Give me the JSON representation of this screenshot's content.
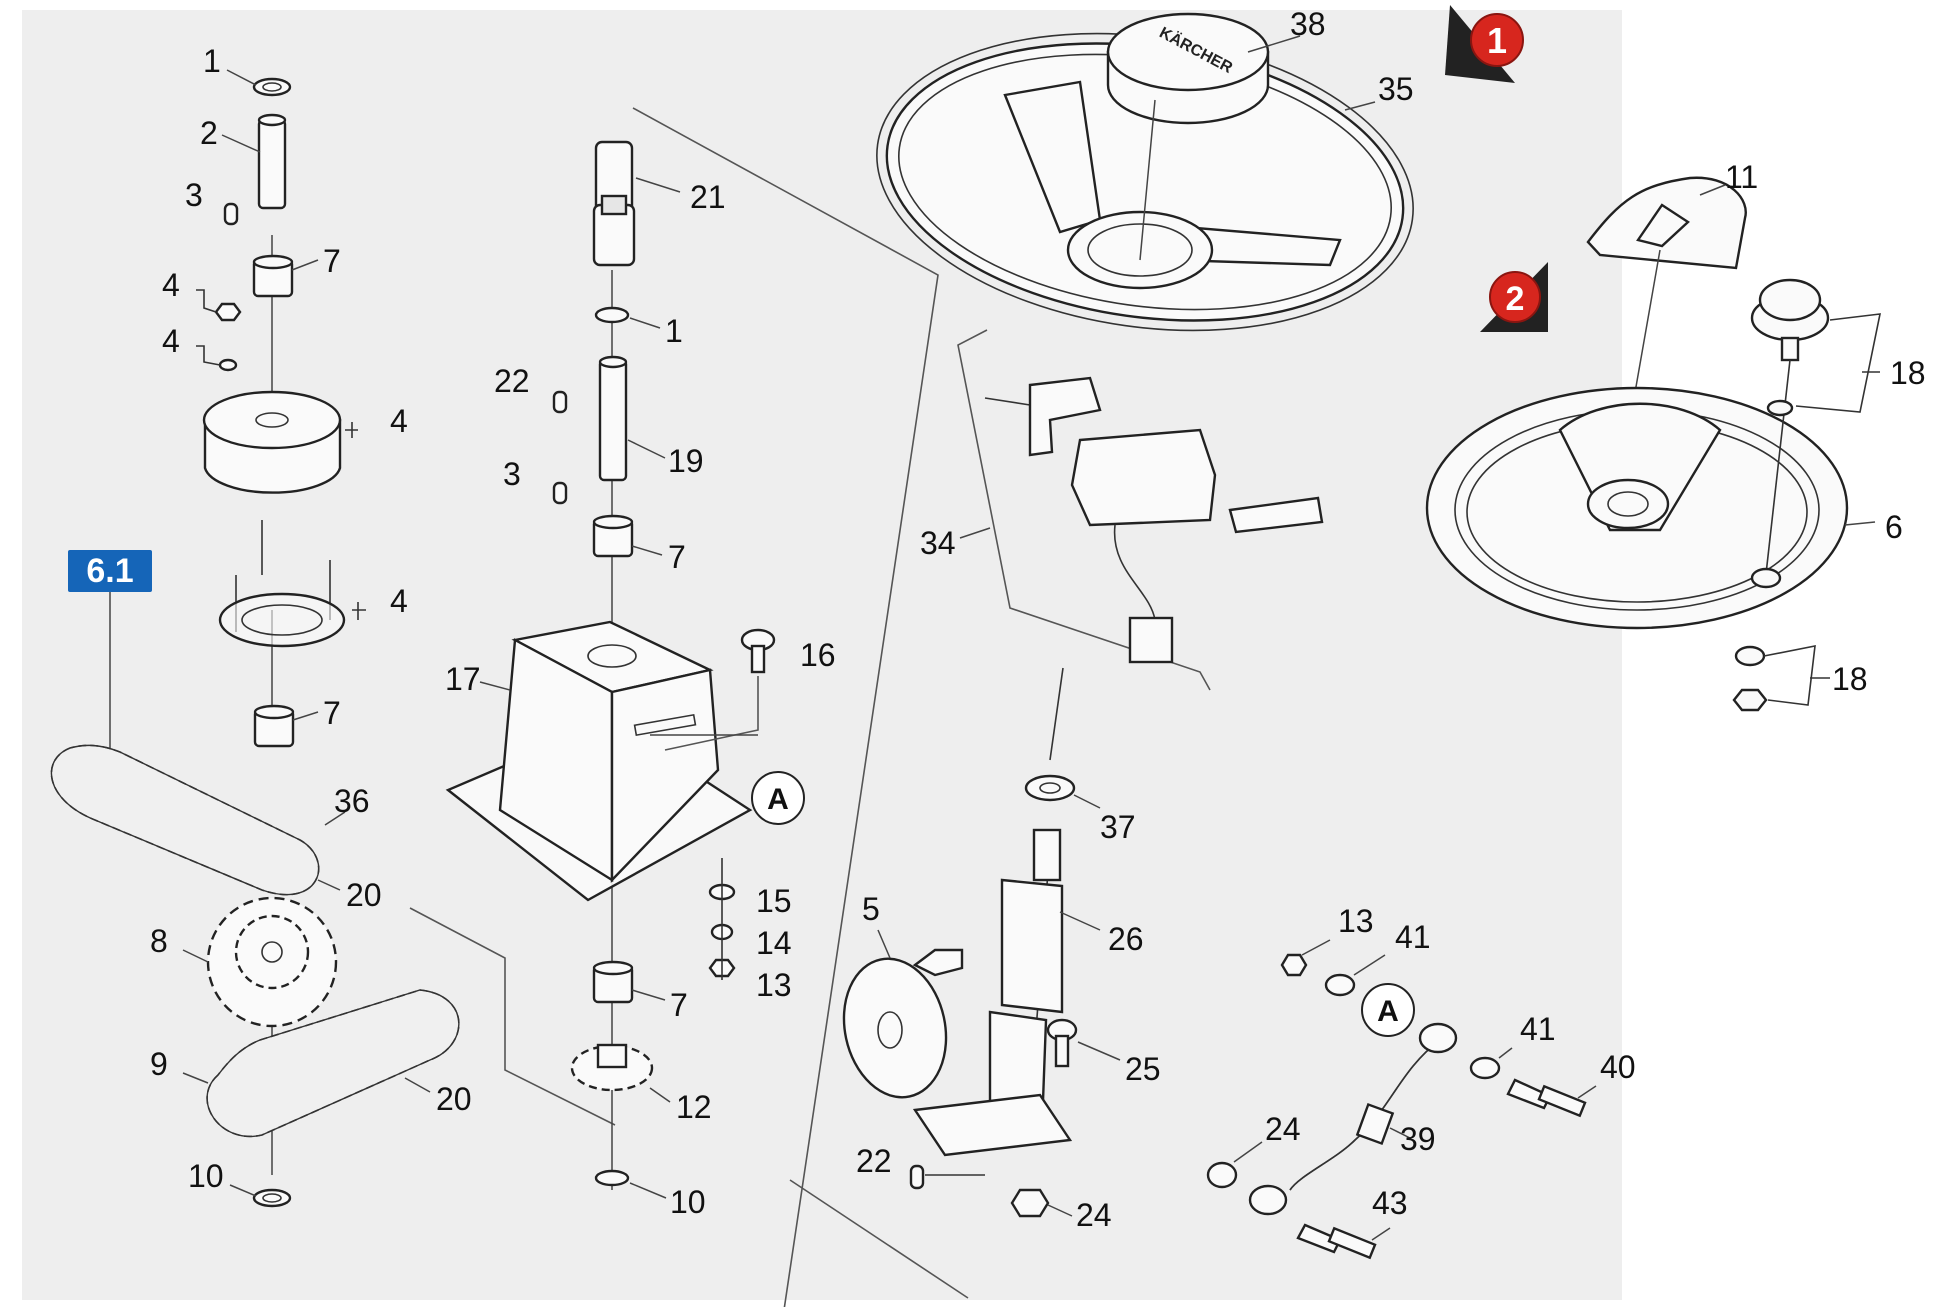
{
  "badge": {
    "label": "6.1",
    "color": "#1565b8"
  },
  "markers": [
    {
      "label": "1",
      "color": "#d7261e"
    },
    {
      "label": "2",
      "color": "#d7261e"
    }
  ],
  "brand": {
    "label": "KÄRCHER"
  },
  "ref_a": "A",
  "callouts": {
    "c1a": "1",
    "c2": "2",
    "c3a": "3",
    "c7a": "7",
    "c4a": "4",
    "c4b": "4",
    "c4c": "4",
    "c4d": "4",
    "c7b": "7",
    "c36": "36",
    "c20a": "20",
    "c8": "8",
    "c9": "9",
    "c20b": "20",
    "c10a": "10",
    "c21": "21",
    "c1b": "1",
    "c22a": "22",
    "c19": "19",
    "c3b": "3",
    "c7c": "7",
    "c16": "16",
    "c17": "17",
    "c15": "15",
    "c14": "14",
    "c13a": "13",
    "c7d": "7",
    "c12": "12",
    "c10b": "10",
    "c38": "38",
    "c35": "35",
    "c34": "34",
    "c37": "37",
    "c5": "5",
    "c26": "26",
    "c25": "25",
    "c22b": "22",
    "c24a": "24",
    "c13b": "13",
    "c41a": "41",
    "c41b": "41",
    "c40": "40",
    "c24b": "24",
    "c39": "39",
    "c43": "43",
    "c11": "11",
    "c18a": "18",
    "c6": "6",
    "c18b": "18"
  },
  "colors": {
    "panel": "#eeeeee",
    "background": "#ffffff",
    "line": "#222222"
  }
}
